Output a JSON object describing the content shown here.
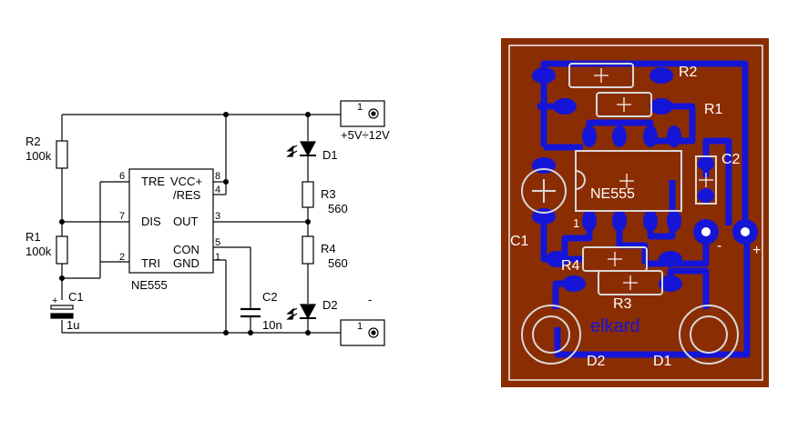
{
  "schematic": {
    "ic": {
      "name": "NE555",
      "pins": {
        "tre": "TRE",
        "vcc": "VCC+",
        "res": "/RES",
        "dis": "DIS",
        "out": "OUT",
        "con": "CON",
        "tri": "TRI",
        "gnd": "GND",
        "n8": "8",
        "n4": "4",
        "n6": "6",
        "n7": "7",
        "n3": "3",
        "n5": "5",
        "n2": "2",
        "n1": "1"
      }
    },
    "r2": {
      "name": "R2",
      "value": "100k"
    },
    "r1": {
      "name": "R1",
      "value": "100k"
    },
    "c1": {
      "name": "C1",
      "value": "1u",
      "polarity": "+"
    },
    "c2": {
      "name": "C2",
      "value": "10n"
    },
    "r3": {
      "name": "R3",
      "value": "560"
    },
    "r4": {
      "name": "R4",
      "value": "560"
    },
    "d1": {
      "name": "D1"
    },
    "d2": {
      "name": "D2"
    },
    "conn_top": {
      "pin": "1",
      "label": "+5V÷12V"
    },
    "conn_bottom": {
      "pin": "1",
      "label": "-"
    }
  },
  "pcb": {
    "colors": {
      "board": "#8b2d02",
      "trace": "#1515d8",
      "silk": "#d8d8d8",
      "frame": "#f0f0f0"
    },
    "labels": {
      "r2": "R2",
      "r1": "R1",
      "c2": "C2",
      "ic": "NE555",
      "c1": "C1",
      "r4": "R4",
      "r3": "R3",
      "brand": "elkard",
      "d2": "D2",
      "d1": "D1",
      "minus": "-",
      "plus": "+",
      "one": "1"
    }
  }
}
